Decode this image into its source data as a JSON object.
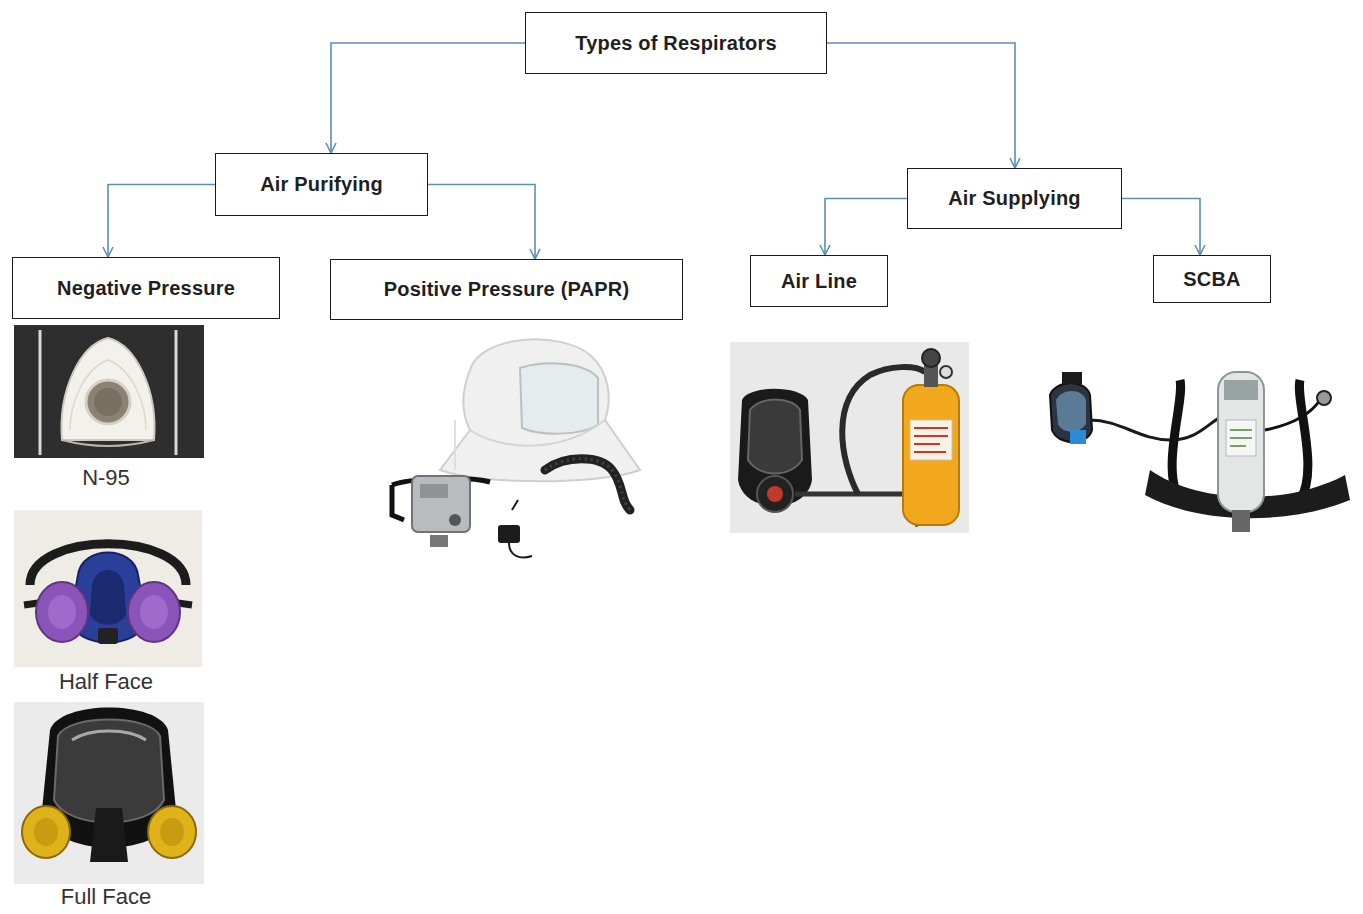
{
  "diagram": {
    "nodes": [
      {
        "text": [
          "Types of Respirators"
        ]
      },
      {
        "text": [
          "Air Purifying"
        ]
      },
      {
        "text": [
          "Air Supplying"
        ]
      },
      {
        "text": [
          "Negative Pressure"
        ]
      },
      {
        "text": [
          "Positive Pressure (PAPR)"
        ]
      },
      {
        "text": [
          "Air Line"
        ]
      },
      {
        "text": [
          "SCBA"
        ]
      }
    ],
    "edges": [
      {
        "from": 0,
        "to": 1,
        "arrow": "to"
      },
      {
        "from": 0,
        "to": 2,
        "arrow": "to"
      },
      {
        "from": 1,
        "to": 3,
        "arrow": "to"
      },
      {
        "from": 1,
        "to": 4,
        "arrow": "to"
      },
      {
        "from": 2,
        "to": 5,
        "arrow": "to"
      },
      {
        "from": 2,
        "to": 6,
        "arrow": "to"
      }
    ],
    "labels": [
      "N-95",
      "Half Face",
      "Full Face"
    ]
  }
}
